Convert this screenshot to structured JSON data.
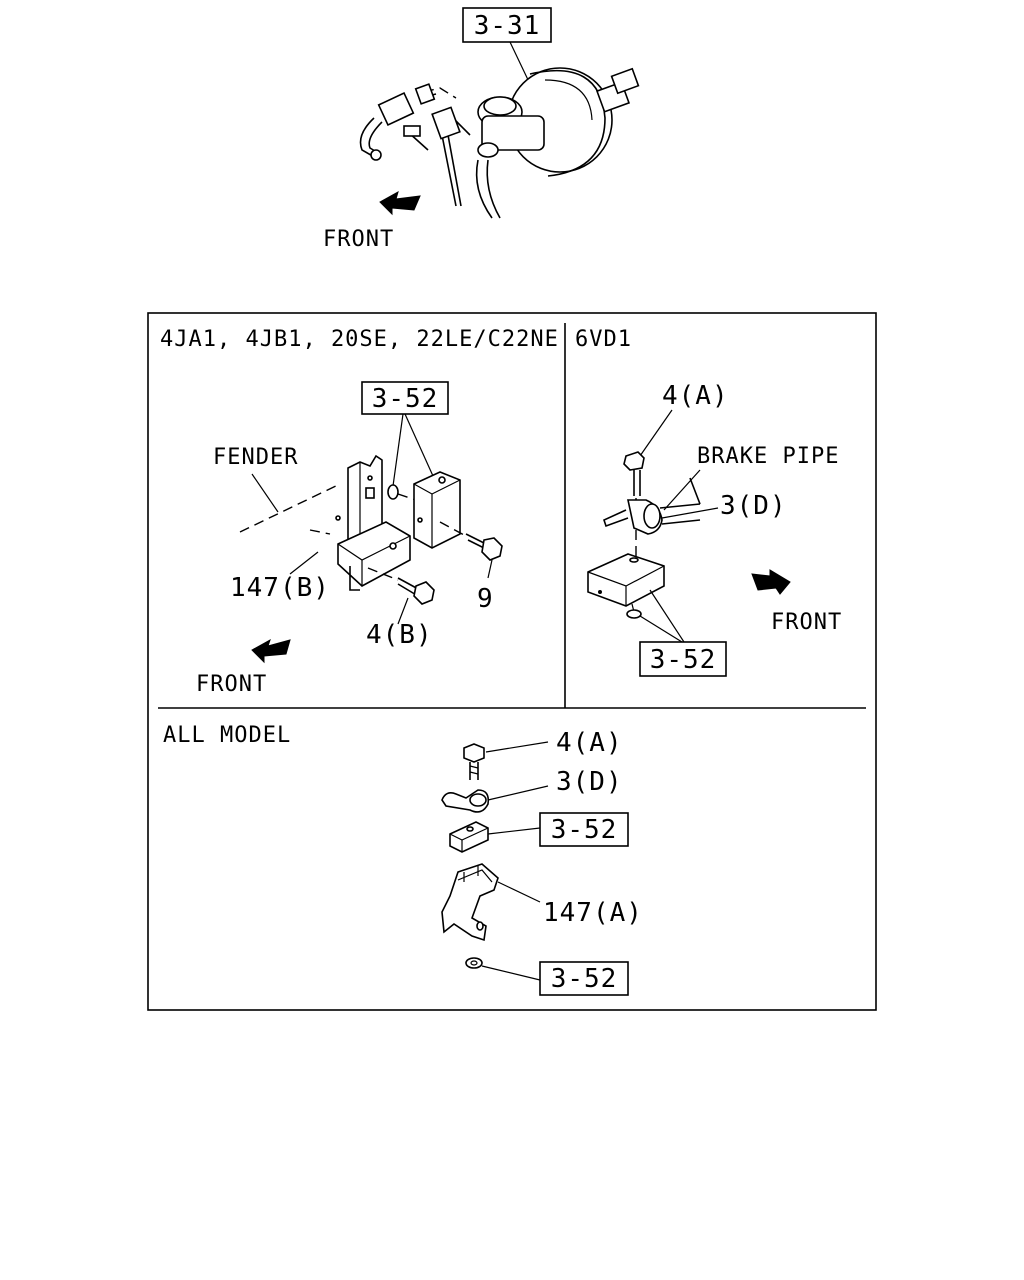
{
  "top": {
    "ref": "3-31",
    "front": "FRONT"
  },
  "panel_left": {
    "heading": "4JA1, 4JB1, 20SE, 22LE/C22NE",
    "ref": "3-52",
    "fender": "FENDER",
    "part_147b": "147(B)",
    "part_9": "9",
    "part_4b": "4(B)",
    "front": "FRONT"
  },
  "panel_right": {
    "heading": "6VD1",
    "part_4a": "4(A)",
    "brake_pipe": "BRAKE PIPE",
    "part_3d": "3(D)",
    "front": "FRONT",
    "ref": "3-52"
  },
  "panel_bottom": {
    "heading": "ALL MODEL",
    "part_4a": "4(A)",
    "part_3d": "3(D)",
    "ref_block": "3-52",
    "part_147a": "147(A)",
    "ref_washer": "3-52"
  }
}
